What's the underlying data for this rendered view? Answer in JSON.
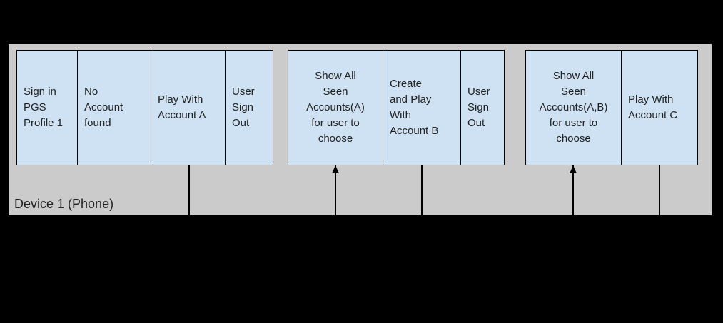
{
  "colors": {
    "background": "#000000",
    "lane_fill": "#cbcbcb",
    "box_fill": "#cfe2f3",
    "box_border": "#000000",
    "text": "#212121"
  },
  "device": {
    "label": "Device 1 (Phone)"
  },
  "groups": [
    {
      "boxes": [
        {
          "label": "Sign in\nPGS\nProfile 1",
          "align": "left"
        },
        {
          "label": "No\nAccount\nfound",
          "align": "left"
        },
        {
          "label": "Play With\nAccount A",
          "align": "left"
        },
        {
          "label": "User\nSign\nOut",
          "align": "left"
        }
      ]
    },
    {
      "boxes": [
        {
          "label": "Show All\nSeen\nAccounts(A)\nfor user to\nchoose",
          "align": "center"
        },
        {
          "label": "Create\nand Play\nWith\nAccount B",
          "align": "left"
        },
        {
          "label": "User\nSign\nOut",
          "align": "left"
        }
      ]
    },
    {
      "boxes": [
        {
          "label": "Show All\nSeen\nAccounts(A,B)\nfor user to\nchoose",
          "align": "center"
        },
        {
          "label": "Play With\nAccount C",
          "align": "left"
        }
      ]
    }
  ],
  "connectors": [
    {
      "type": "line",
      "at_box": "Play With Account A"
    },
    {
      "type": "arrow-up",
      "at_box": "Show All Seen Accounts(A) for user to choose"
    },
    {
      "type": "line",
      "at_box": "Create and Play With Account B"
    },
    {
      "type": "arrow-up",
      "at_box": "Show All Seen Accounts(A,B) for user to choose"
    },
    {
      "type": "line",
      "at_box": "Play With Account C"
    }
  ]
}
